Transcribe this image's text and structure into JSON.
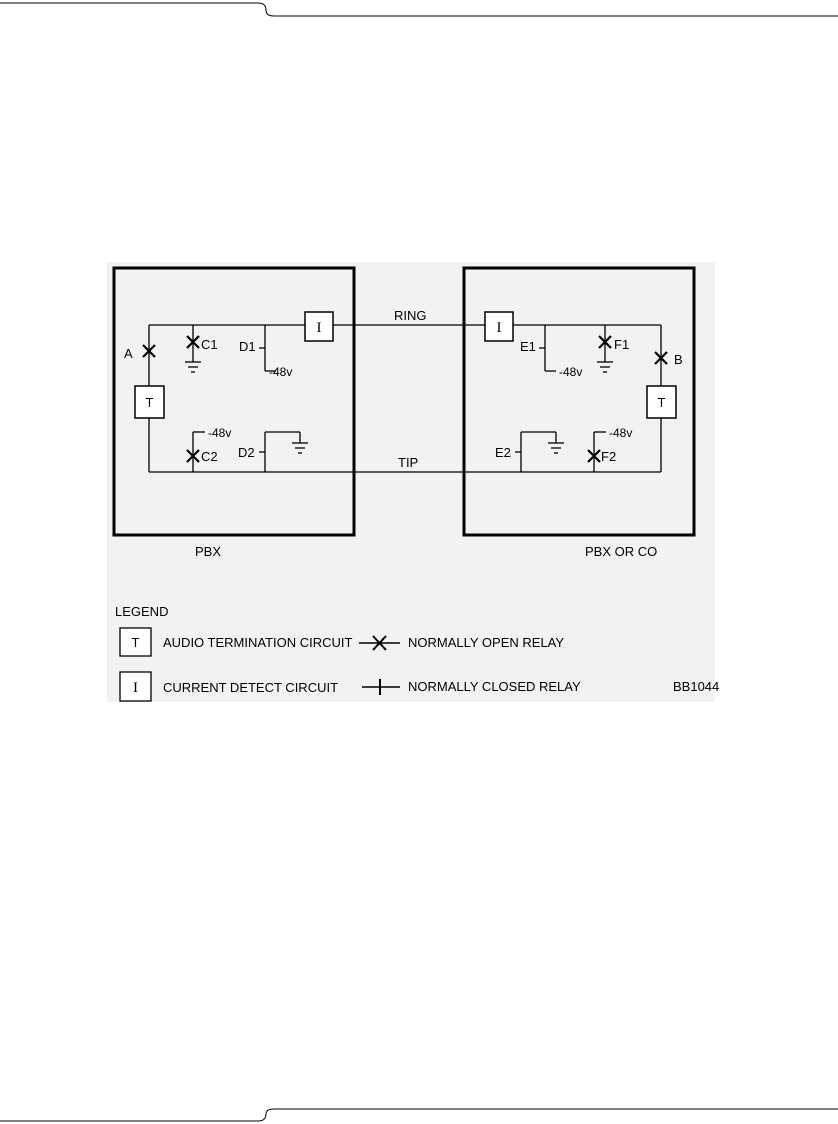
{
  "diagram": {
    "left_box_label": "PBX",
    "right_box_label": "PBX OR CO",
    "ring_label": "RING",
    "tip_label": "TIP",
    "figure_id": "BB1044",
    "relays": {
      "A": "A",
      "B": "B",
      "C1": "C1",
      "C2": "C2",
      "D1": "D1",
      "D2": "D2",
      "E1": "E1",
      "E2": "E2",
      "F1": "F1",
      "F2": "F2"
    },
    "voltage": "-48v",
    "termination_symbol": "T",
    "current_detect_symbol": "I"
  },
  "legend": {
    "title": "LEGEND",
    "items": [
      {
        "symbol": "T",
        "label": "AUDIO TERMINATION CIRCUIT"
      },
      {
        "symbol": "I",
        "label": "CURRENT DETECT CIRCUIT"
      },
      {
        "label": "NORMALLY OPEN RELAY"
      },
      {
        "label": "NORMALLY CLOSED  RELAY"
      }
    ]
  }
}
